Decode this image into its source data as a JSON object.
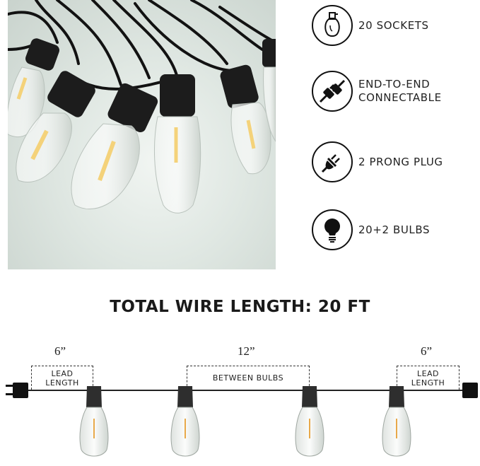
{
  "features": [
    {
      "icon": "bulb-outline-icon",
      "label": "20 SOCKETS"
    },
    {
      "icon": "connector-icon",
      "label": "END-TO-END\nCONNECTABLE"
    },
    {
      "icon": "plug-icon",
      "label": "2 PRONG PLUG"
    },
    {
      "icon": "bulb-filled-icon",
      "label": "20+2 BULBS"
    }
  ],
  "headline": {
    "prefix": "TOTAL WIRE LENGTH: ",
    "value": "20 FT"
  },
  "diagram": {
    "left_lead": {
      "measure": "6”",
      "label": "LEAD\nLENGTH"
    },
    "between": {
      "measure": "12”",
      "label": "BETWEEN BULBS"
    },
    "right_lead": {
      "measure": "6”",
      "label": "LEAD\nLENGTH"
    }
  }
}
